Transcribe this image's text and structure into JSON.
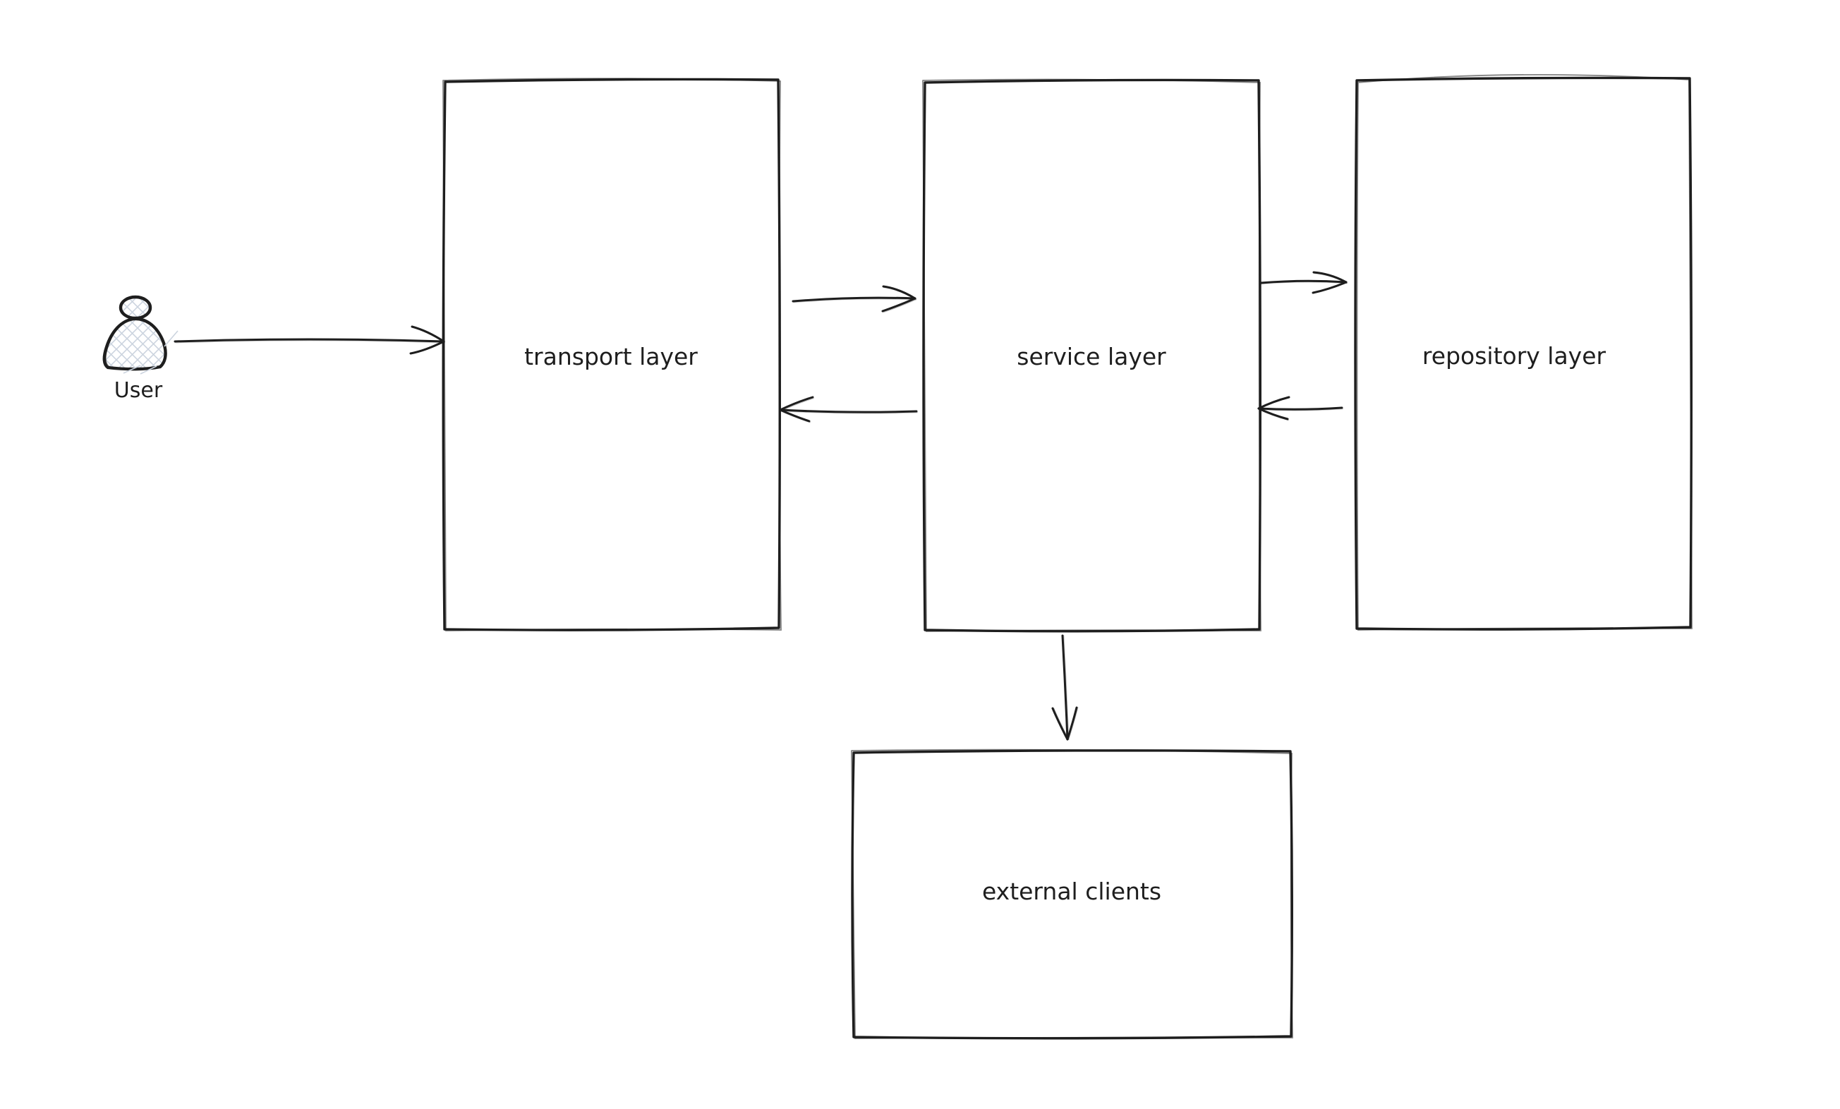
{
  "diagram": {
    "background": "#ffffff",
    "stroke_color": "#1e1e1e",
    "hatch_color": "#ccd4df",
    "actor": {
      "label": "User"
    },
    "nodes": [
      {
        "label": "transport layer"
      },
      {
        "label": "service layer"
      },
      {
        "label": "repository layer"
      },
      {
        "label": "external clients"
      }
    ],
    "edges": [
      {
        "from": "User",
        "to": "transport layer"
      },
      {
        "from": "transport layer",
        "to": "service layer"
      },
      {
        "from": "service layer",
        "to": "transport layer"
      },
      {
        "from": "service layer",
        "to": "repository layer"
      },
      {
        "from": "repository layer",
        "to": "service layer"
      },
      {
        "from": "service layer",
        "to": "external clients"
      }
    ]
  }
}
